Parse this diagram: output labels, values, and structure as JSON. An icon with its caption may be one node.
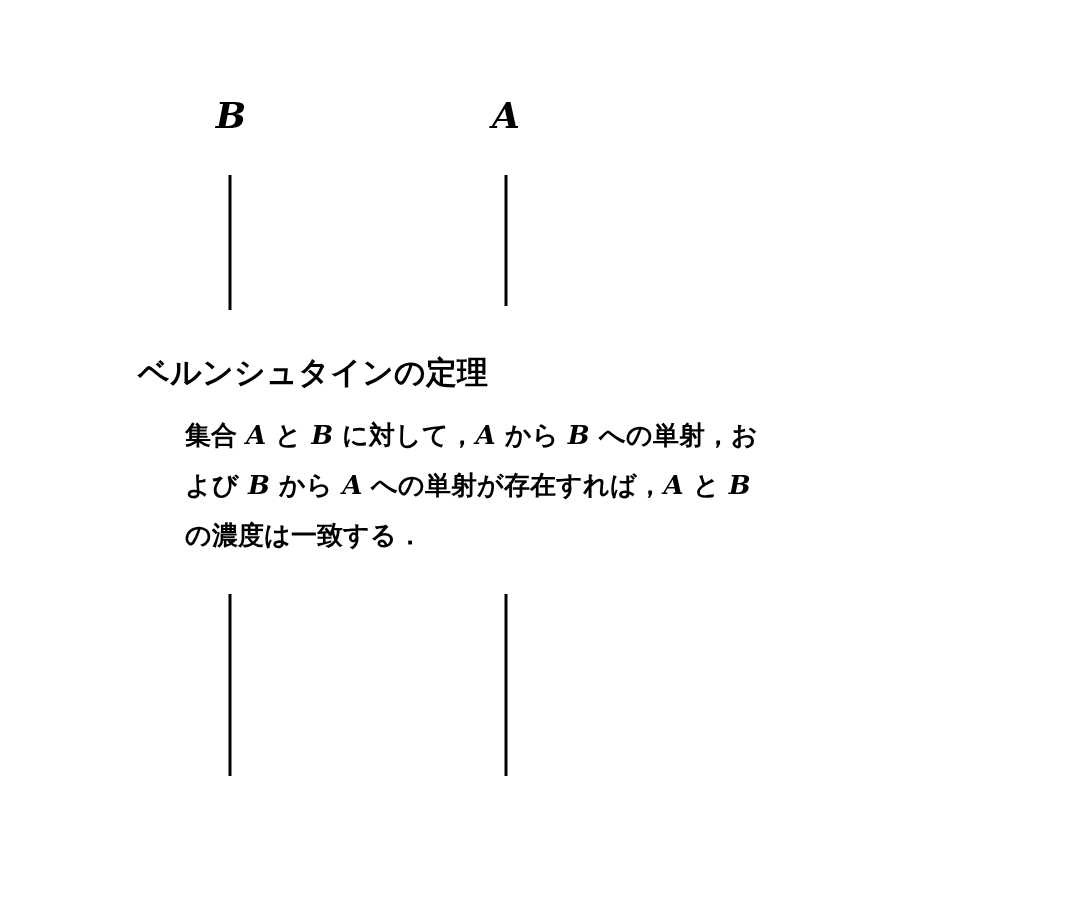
{
  "diagram": {
    "title": "ベルンシュタインの定理",
    "nodes": [
      {
        "text": [
          "B"
        ]
      },
      {
        "text": [
          "A"
        ]
      }
    ],
    "edges": [
      {
        "from": 0,
        "to": null,
        "arrow": "none"
      },
      {
        "from": 1,
        "to": null,
        "arrow": "none"
      }
    ],
    "labels": [
      "集合 *A* と *B* に対して，*A* から *B* への単射，および *B* から *A* への単射が存在すれば，*A* と *B* の濃度は一致する．"
    ]
  }
}
